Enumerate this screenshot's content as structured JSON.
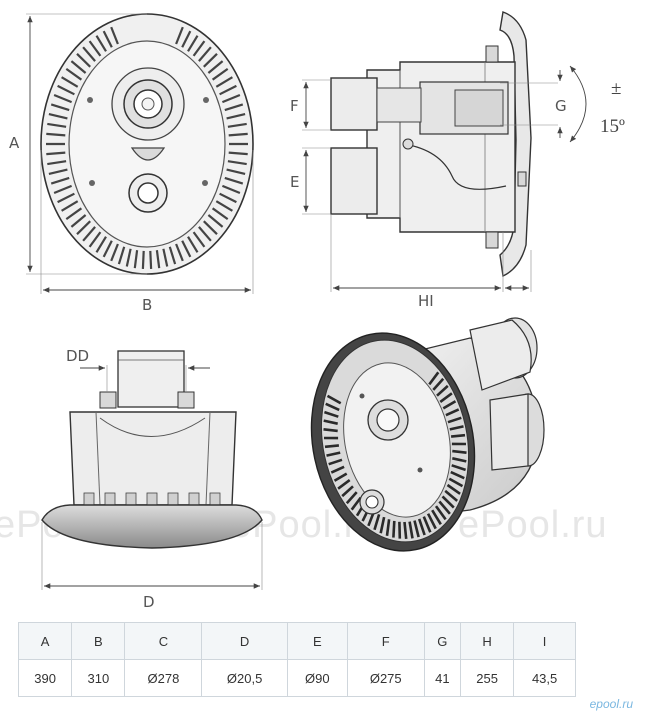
{
  "dimension_labels": {
    "A": "A",
    "B": "B",
    "D": "D",
    "DD": "DD",
    "E": "E",
    "F": "F",
    "G": "G",
    "HI": "HI",
    "angle_pm": "±",
    "angle": "15º"
  },
  "watermark": [
    "ePool.ru",
    "ePool.ru",
    "ePool.ru"
  ],
  "specs_table": {
    "headers": [
      "A",
      "B",
      "C",
      "D",
      "E",
      "F",
      "G",
      "H",
      "I"
    ],
    "values": [
      "390",
      "310",
      "Ø278",
      "Ø20,5",
      "Ø90",
      "Ø275",
      "41",
      "255",
      "43,5"
    ]
  },
  "logo_text": "epool.ru"
}
